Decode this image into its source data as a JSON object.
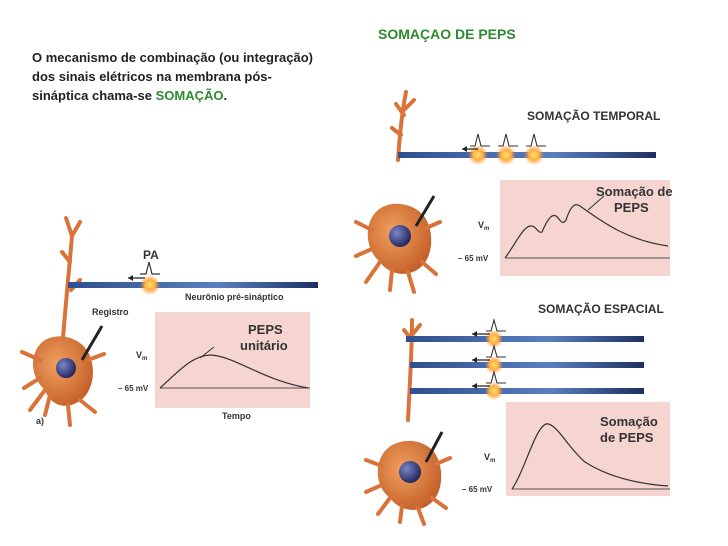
{
  "title": "SOMAÇAO DE PEPS",
  "intro": {
    "text": "O mecanismo de combinação (ou integração) dos sinais elétricos na membrana pós-sináptica chama-se",
    "highlight": "SOMAÇÃO",
    "end": "."
  },
  "panel_a": {
    "pa_label": "PA",
    "neuron_label": "Neurônio pré-sináptico",
    "registro_label": "Registro",
    "box_label_line1": "PEPS",
    "box_label_line2": "unitário",
    "vm_label": "V",
    "vm_sub": "m",
    "rest_label": "– 65 mV",
    "xaxis_label": "Tempo",
    "panel_letter": "a)"
  },
  "panel_temporal": {
    "title": "SOMAÇÃO TEMPORAL",
    "box_label_line1": "Somação de",
    "box_label_line2": "PEPS",
    "vm_label": "V",
    "vm_sub": "m",
    "rest_label": "– 65 mV"
  },
  "panel_spatial": {
    "title": "SOMAÇÃO ESPACIAL",
    "box_label_line1": "Somação",
    "box_label_line2": "de PEPS",
    "vm_label": "V",
    "vm_sub": "m",
    "rest_label": "– 65 mV"
  },
  "colors": {
    "title_green": "#2e8b2e",
    "panel_fill": "#f6d4cf",
    "axon_blue": "#3a5fa0",
    "neuron_orange": "#d9733a",
    "nucleus": "#2a2e6e"
  }
}
